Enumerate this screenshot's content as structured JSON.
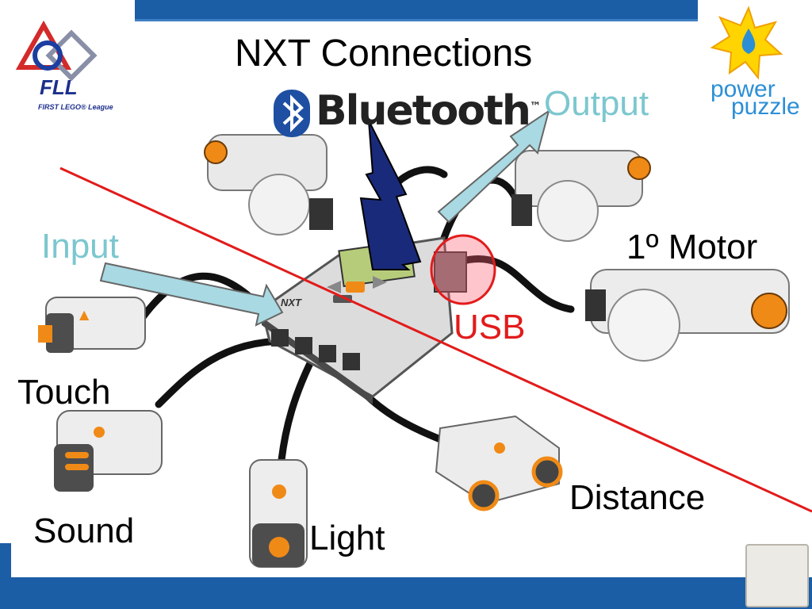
{
  "slide": {
    "title": "NXT Connections",
    "bluetooth_label": "Bluetooth",
    "bluetooth_tm": "™",
    "output_label": "Output",
    "input_label": "Input",
    "usb_label": "USB",
    "motor_label": "1º Motor",
    "brick_label": "NXT",
    "sensors": {
      "touch": "Touch",
      "sound": "Sound",
      "light": "Light",
      "distance": "Distance"
    }
  },
  "logos": {
    "fll_mark": "FLL",
    "fll_subtitle": "FIRST LEGO® League",
    "power_puzzle_line1": "power",
    "power_puzzle_line2": "puzzle"
  },
  "colors": {
    "brand_blue": "#1c5ea6",
    "arrow_fill": "#a9d9e2",
    "teal_label": "#7cc7cf",
    "red_line": "#e21b1b",
    "bolt": "#1a2a7a"
  }
}
